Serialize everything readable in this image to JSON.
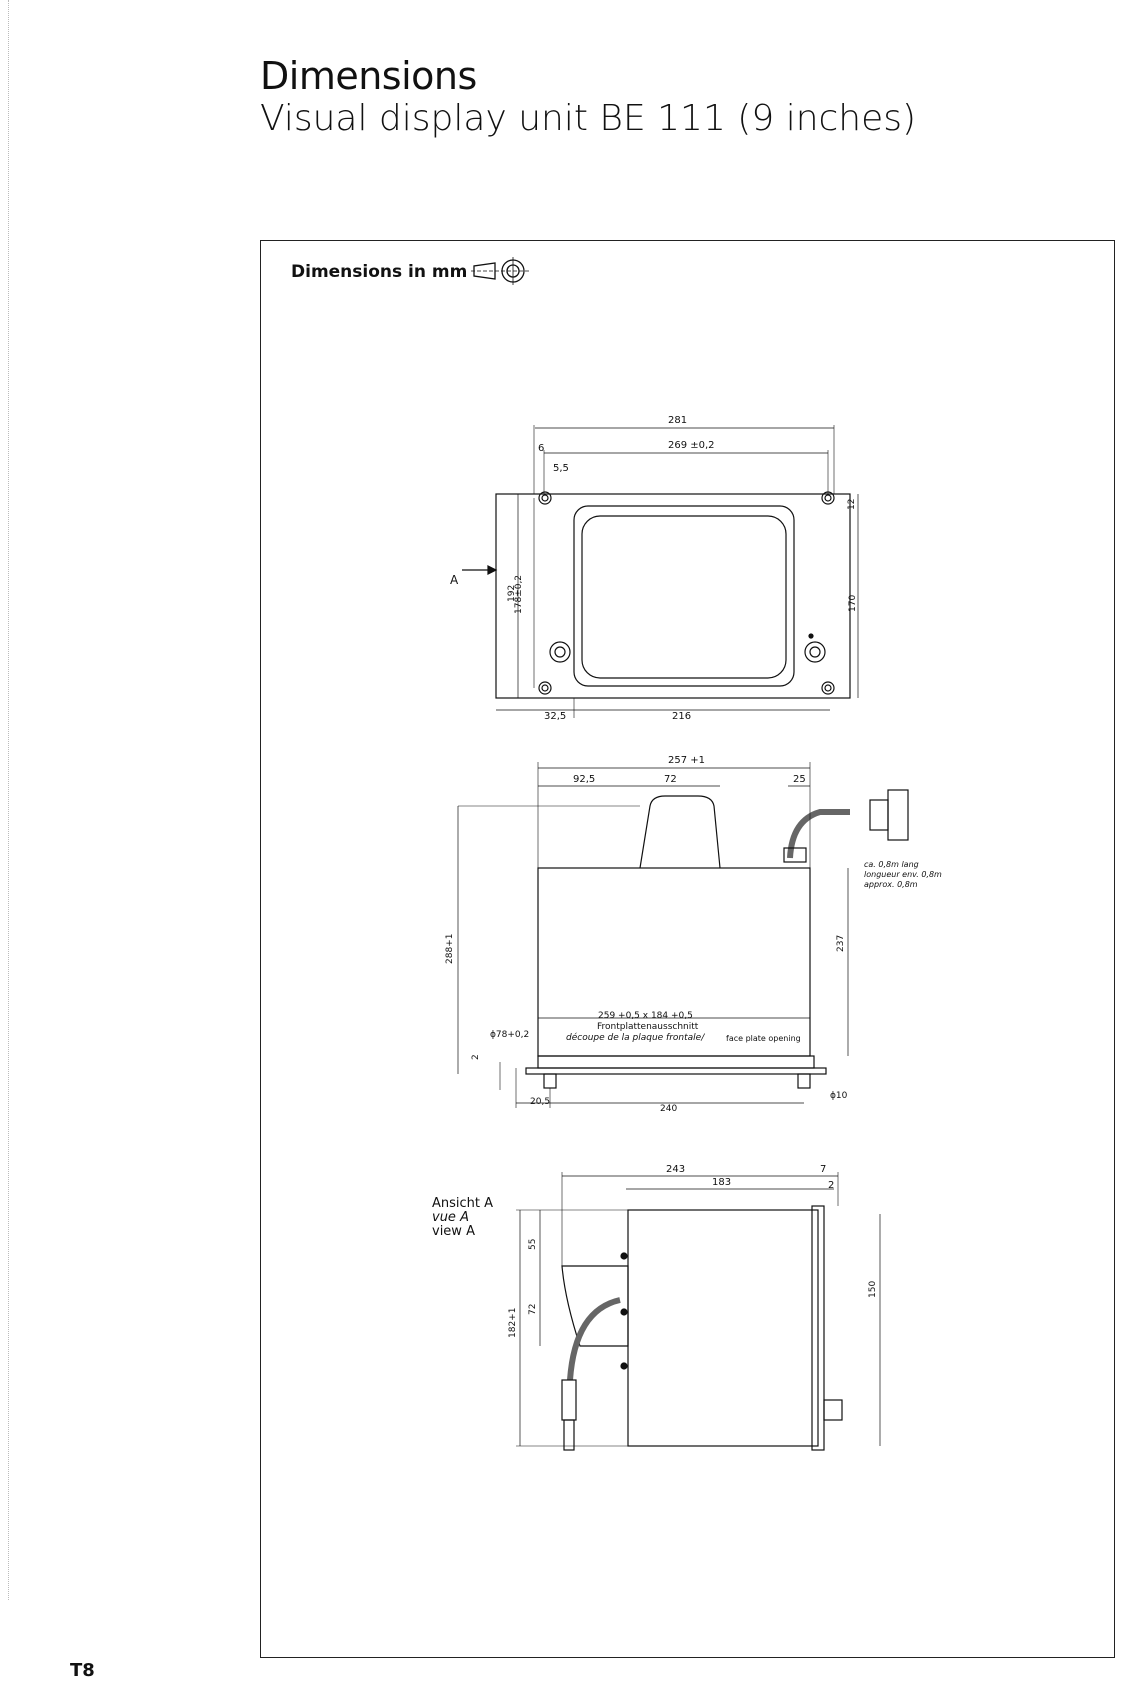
{
  "header": {
    "title": "Dimensions",
    "subtitle": "Visual display unit BE 111 (9 inches)"
  },
  "drawing": {
    "units_label": "Dimensions in mm",
    "front_view": {
      "d_281": "281",
      "d_269": "269 ±0,2",
      "d_6": "6",
      "d_5_5": "5,5",
      "d_12": "12",
      "d_192": "192",
      "d_178": "178±0,2",
      "d_170": "170",
      "d_32_5": "32,5",
      "d_216": "216",
      "arrow_label": "A"
    },
    "side_view": {
      "d_257": "257 +1",
      "d_92_5": "92,5",
      "d_72": "72",
      "d_25": "25",
      "d_288": "288+1",
      "d_237": "237",
      "cable_note_1": "ca. 0,8m lang",
      "cable_note_2": "longueur env. 0,8m",
      "cable_note_3": "approx. 0,8m",
      "cutout_dims": "259 +0,5 x 184 +0,5",
      "cutout_de": "Frontplattenausschnitt",
      "cutout_fr": "découpe de la plaque frontale/",
      "cutout_en": "face plate opening",
      "d_phi78": "ϕ78+0,2",
      "d_2": "2",
      "d_20_5": "20,5",
      "d_240": "240",
      "d_phi10": "ϕ10"
    },
    "view_a": {
      "label_de": "Ansicht A",
      "label_fr": "vue A",
      "label_en": "view A",
      "d_243": "243",
      "d_7": "7",
      "d_183": "183",
      "d_2": "2",
      "d_55": "55",
      "d_72": "72",
      "d_182": "182+1",
      "d_150": "150"
    }
  },
  "footer": {
    "page_number": "T8"
  }
}
